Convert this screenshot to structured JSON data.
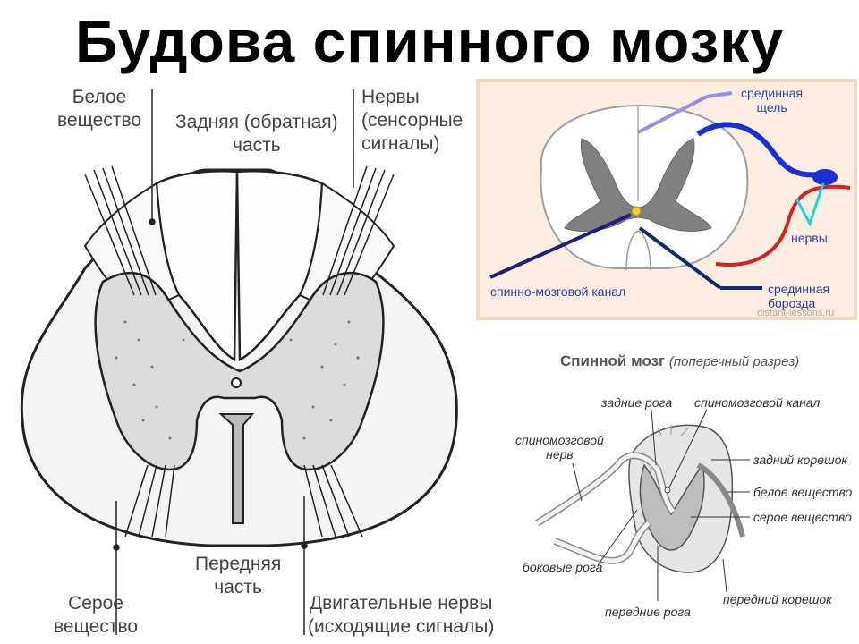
{
  "title": "Будова спинного мозку",
  "main_diagram": {
    "labels": {
      "white_matter": "Белое\nвещество",
      "posterior": "Задняя (обратная)\nчасть",
      "sensory_nerves": "Нервы\n(сенсорные\nсигналы)",
      "anterior": "Передняя\nчасть",
      "gray_matter": "Серое\nвещество",
      "motor_nerves": "Двигательные нервы\n(исходящие сигналы)"
    }
  },
  "inset_diagram": {
    "labels": {
      "median_fissure": "срединная\nщель",
      "nerves": "нервы",
      "central_canal": "спинно-мозговой канал",
      "median_sulcus": "срединная\nборозда"
    },
    "watermark": "distant-lessons.ru",
    "colors": {
      "nerve_blue": "#1a2fd8",
      "nerve_red": "#d81e1e",
      "canal": "#f2d21a"
    }
  },
  "section_diagram": {
    "title": "Спинной мозг",
    "subtitle": "(поперечный разрез)",
    "labels": {
      "posterior_horns": "задние рога",
      "spinal_canal": "спиномозговой канал",
      "spinal_nerve": "спиномозговой\nнерв",
      "dorsal_root": "задний корешок",
      "white_matter": "белое вещество",
      "gray_matter": "серое вещество",
      "lateral_horns": "боковые рога",
      "anterior_horns": "передние рога",
      "ventral_root": "передний корешок"
    }
  }
}
